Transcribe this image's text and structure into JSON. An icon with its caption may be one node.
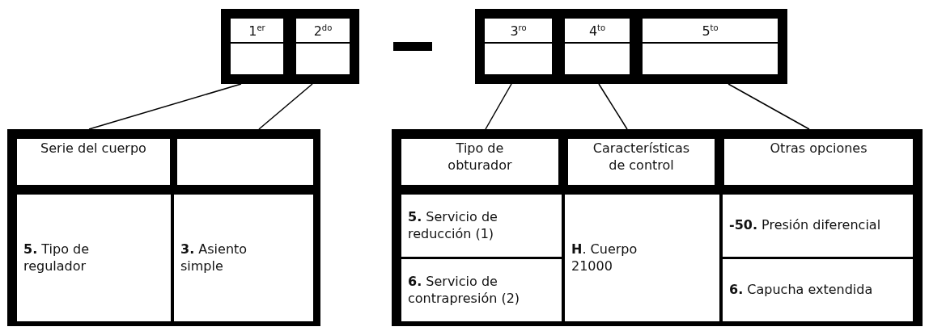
{
  "diagram": {
    "nodes": [
      {
        "text": [],
        "shape": "box"
      },
      {
        "text": [
          "1$^{er}$"
        ],
        "in": 0
      },
      {
        "text": [
          "2$^{do}$"
        ],
        "in": 0
      },
      {
        "text": [],
        "shape": "box"
      },
      {
        "text": [
          "3$^{ro}$"
        ],
        "in": 3
      },
      {
        "text": [
          "4$^{to}$"
        ],
        "in": 3
      },
      {
        "text": [
          "5$^{to}$"
        ],
        "in": 3
      },
      {
        "text": [],
        "shape": "box"
      },
      {
        "text": [
          "Serie del cuerpo"
        ],
        "in": 7
      },
      {
        "text": [],
        "shape": "box",
        "in": 7
      },
      {
        "text": [
          "**5.** Tipo de regulador"
        ],
        "in": 7
      },
      {
        "text": [
          "**3.** Asiento simple"
        ],
        "in": 7
      },
      {
        "text": [],
        "shape": "box"
      },
      {
        "text": [
          "Tipo de obturador"
        ],
        "in": 12
      },
      {
        "text": [
          "Características de control"
        ],
        "in": 12
      },
      {
        "text": [
          "Otras opciones"
        ],
        "in": 12
      },
      {
        "text": [
          "**5.** Servicio de reducción (1)"
        ],
        "in": 12
      },
      {
        "text": [
          "**6.** Servicio de contrapresión (2)"
        ],
        "in": 12
      },
      {
        "text": [
          "**H**. Cuerpo 21000"
        ],
        "in": 12
      },
      {
        "text": [
          "**-50.** Presión diferencial"
        ],
        "in": 12
      },
      {
        "text": [
          "**6.** Capucha extendida"
        ],
        "in": 12
      }
    ],
    "edges": [
      {
        "from": 0,
        "to": 7,
        "arrow": "none"
      },
      {
        "from": 0,
        "to": 7,
        "arrow": "none"
      },
      {
        "from": 3,
        "to": 12,
        "arrow": "none"
      },
      {
        "from": 3,
        "to": 12,
        "arrow": "none"
      },
      {
        "from": 3,
        "to": 12,
        "arrow": "none"
      }
    ]
  }
}
